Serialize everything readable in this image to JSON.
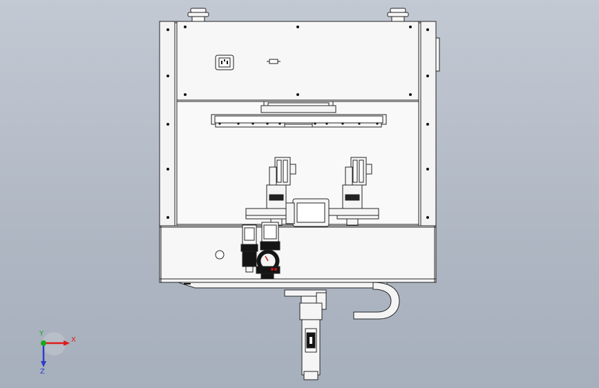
{
  "viewport": {
    "background_top": "#c3c9d3",
    "background_bottom": "#a6afbc"
  },
  "model": {
    "line_color": "#222222",
    "panel_fill": "#f7f7f7",
    "black_part_fill": "#141414",
    "red_accent": "#c3101a"
  },
  "triad": {
    "x_label": "X",
    "y_label": "Y",
    "z_label": "Z",
    "x_color": "#e01b1b",
    "y_color": "#1aa81a",
    "z_color": "#2d3fc8"
  }
}
